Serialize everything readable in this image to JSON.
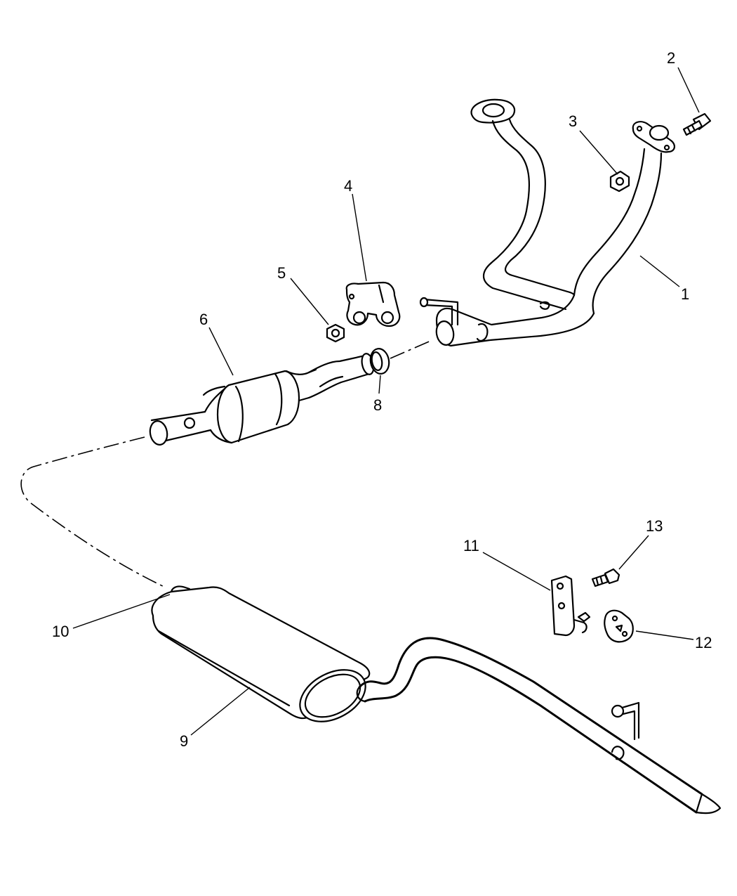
{
  "callouts": [
    {
      "id": "1",
      "label": "1"
    },
    {
      "id": "2",
      "label": "2"
    },
    {
      "id": "3",
      "label": "3"
    },
    {
      "id": "4",
      "label": "4"
    },
    {
      "id": "5",
      "label": "5"
    },
    {
      "id": "6",
      "label": "6"
    },
    {
      "id": "8",
      "label": "8"
    },
    {
      "id": "9",
      "label": "9"
    },
    {
      "id": "10",
      "label": "10"
    },
    {
      "id": "11",
      "label": "11"
    },
    {
      "id": "12",
      "label": "12"
    },
    {
      "id": "13",
      "label": "13"
    }
  ],
  "parts": [
    {
      "key": "exhaust-manifold-pipe",
      "icon": "y-pipe"
    },
    {
      "key": "flange-bolt",
      "icon": "bolt"
    },
    {
      "key": "flange-nut",
      "icon": "nut"
    },
    {
      "key": "pipe-clamp",
      "icon": "clamp"
    },
    {
      "key": "clamp-nut",
      "icon": "nut"
    },
    {
      "key": "catalytic-converter",
      "icon": "converter"
    },
    {
      "key": "sealing-ring",
      "icon": "gasket-ring"
    },
    {
      "key": "muffler",
      "icon": "muffler"
    },
    {
      "key": "tailpipe-hanger",
      "icon": "hanger"
    },
    {
      "key": "mounting-bracket",
      "icon": "bracket"
    },
    {
      "key": "rubber-isolator",
      "icon": "isolator"
    },
    {
      "key": "bracket-bolt",
      "icon": "bolt"
    }
  ]
}
